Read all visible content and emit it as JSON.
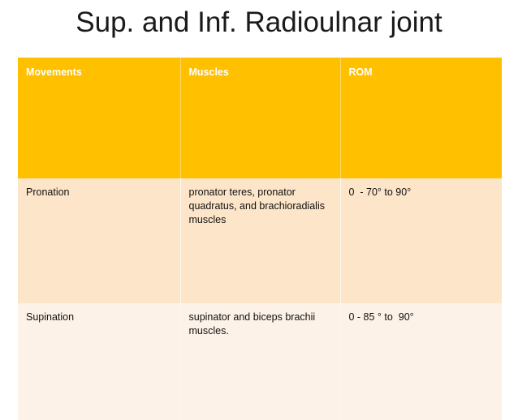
{
  "slide": {
    "title": "Sup. and Inf. Radioulnar joint"
  },
  "table": {
    "columns": [
      {
        "key": "movements",
        "label": "Movements"
      },
      {
        "key": "muscles",
        "label": "Muscles"
      },
      {
        "key": "rom",
        "label": "ROM"
      }
    ],
    "rows": [
      {
        "movements": "Pronation",
        "muscles": "pronator teres, pronator quadratus, and brachioradialis muscles",
        "rom": "0  - 70° to 90°"
      },
      {
        "movements": "Supination",
        "muscles": "supinator and biceps brachii muscles.",
        "rom": "0 - 85 ° to  90°"
      }
    ]
  },
  "colors": {
    "header_background": "#FFC000",
    "header_text": "#FFFFFF",
    "row_1_background": "#FCE5C8",
    "row_2_background": "#FDF2E7",
    "body_text": "#111111",
    "title_text": "#1A1A1A",
    "slide_background": "#FFFFFF"
  }
}
